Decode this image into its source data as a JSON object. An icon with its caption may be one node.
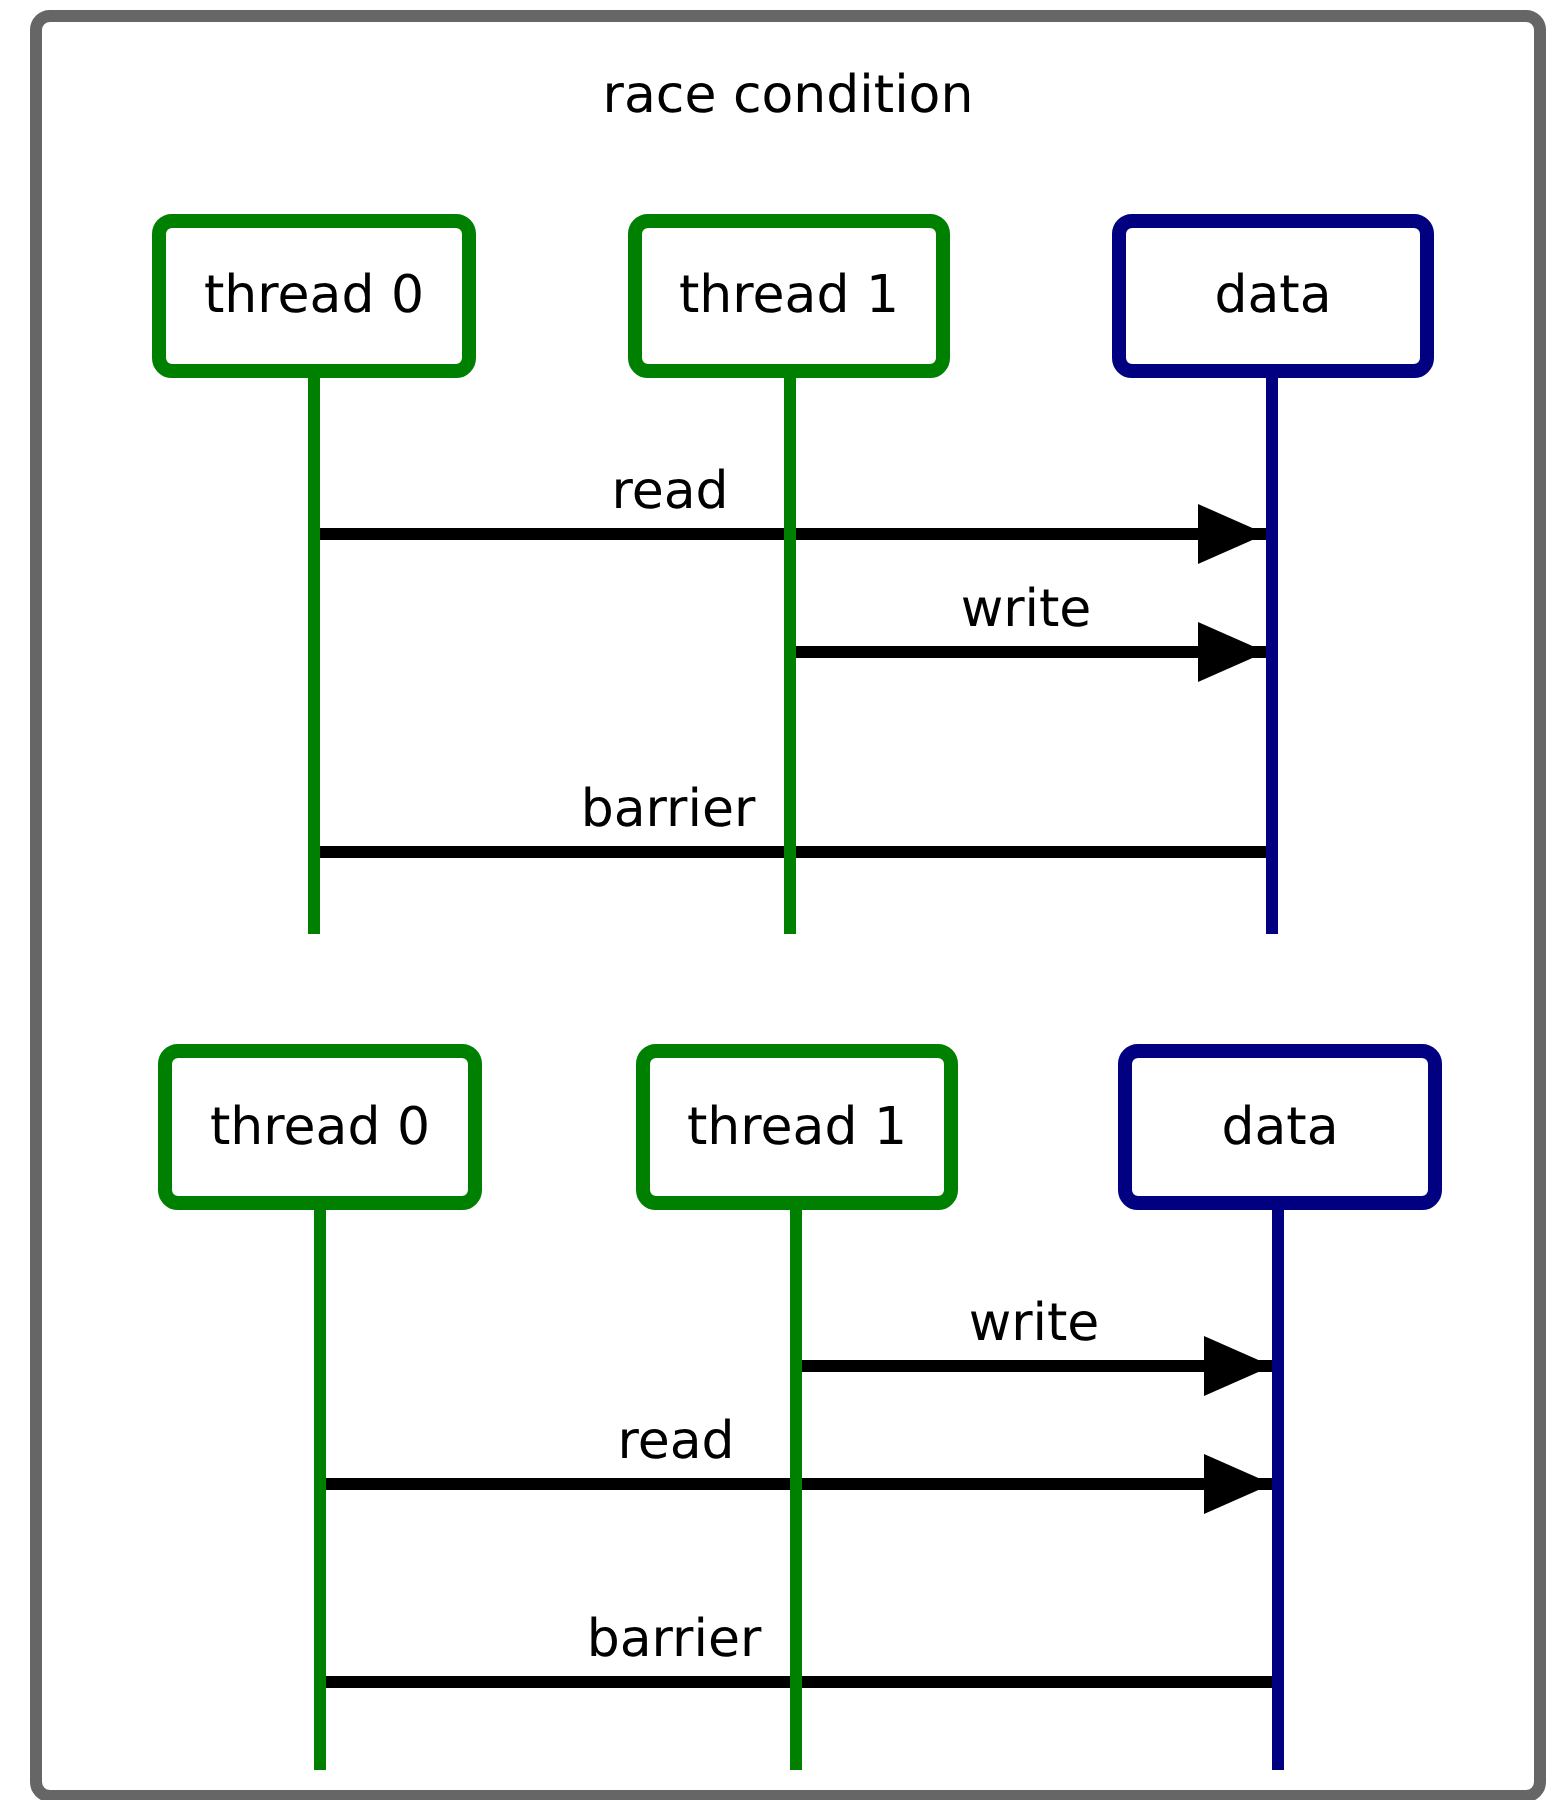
{
  "diagram": {
    "nodes": [
      {
        "text": [
          "race condition"
        ]
      },
      {
        "text": [
          "thread 0"
        ],
        "in": 0
      },
      {
        "text": [
          "thread 1"
        ],
        "in": 0
      },
      {
        "text": [
          "data"
        ],
        "in": 0
      },
      {
        "text": [],
        "shape": "bar",
        "in": 0
      },
      {
        "text": [],
        "shape": "bar",
        "in": 0
      },
      {
        "text": [],
        "shape": "bar",
        "in": 0
      },
      {
        "text": [
          "thread 0"
        ],
        "in": 0
      },
      {
        "text": [
          "thread 1"
        ],
        "in": 0
      },
      {
        "text": [
          "data"
        ],
        "in": 0
      },
      {
        "text": [],
        "shape": "bar",
        "in": 0
      },
      {
        "text": [],
        "shape": "bar",
        "in": 0
      },
      {
        "text": [],
        "shape": "bar",
        "in": 0
      }
    ],
    "edges": [
      {
        "from": 4,
        "to": 6,
        "arrow": "to",
        "label": "read"
      },
      {
        "from": 5,
        "to": 6,
        "arrow": "to",
        "label": "write"
      },
      {
        "from": 4,
        "to": 6,
        "arrow": "none",
        "label": "barrier"
      },
      {
        "from": 11,
        "to": 12,
        "arrow": "to",
        "label": "write"
      },
      {
        "from": 10,
        "to": 12,
        "arrow": "to",
        "label": "read"
      },
      {
        "from": 10,
        "to": 12,
        "arrow": "none",
        "label": "barrier"
      }
    ]
  }
}
